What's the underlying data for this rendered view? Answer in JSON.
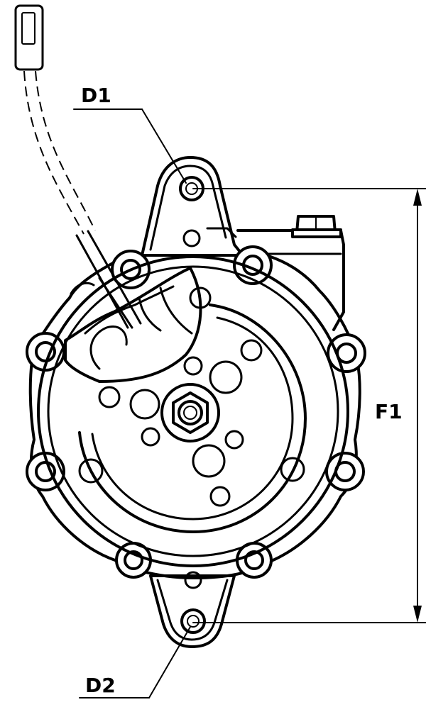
{
  "labels": {
    "d1": "D1",
    "d2": "D2",
    "f1": "F1"
  },
  "colors": {
    "line": "#000000",
    "background": "#ffffff"
  }
}
